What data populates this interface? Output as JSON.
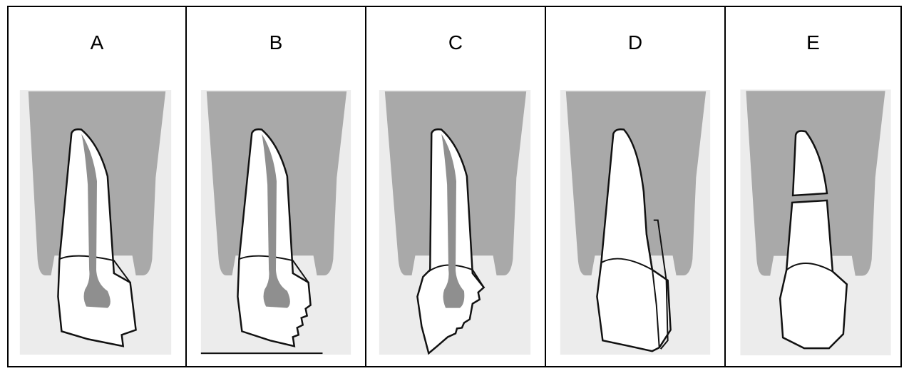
{
  "panels": [
    {
      "label": "A"
    },
    {
      "label": "B"
    },
    {
      "label": "C"
    },
    {
      "label": "D"
    },
    {
      "label": "E"
    }
  ],
  "colors": {
    "bone": "#a9a9a9",
    "background_paper": "#ececec",
    "pulp": "#8f8f8f",
    "outline": "#111111"
  }
}
